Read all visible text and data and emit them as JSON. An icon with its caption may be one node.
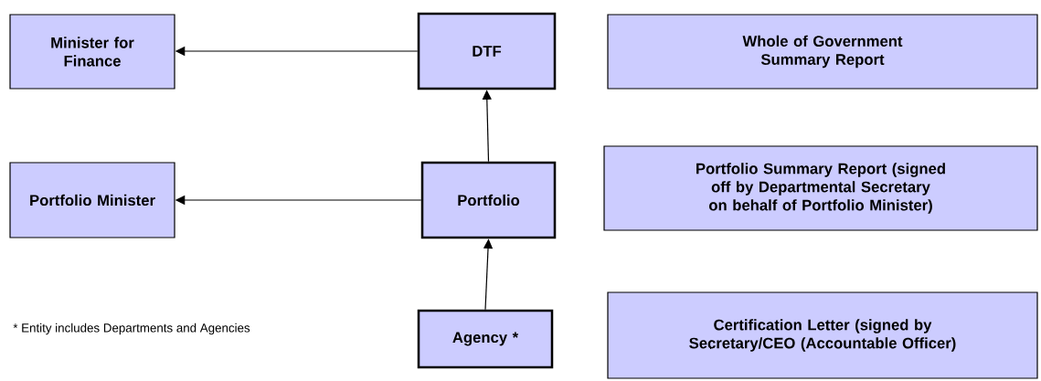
{
  "diagram": {
    "nodes": [
      {
        "text": [
          "Minister for Finance"
        ]
      },
      {
        "text": [
          "DTF"
        ]
      },
      {
        "text": [
          "Whole of Government Summary Report"
        ]
      },
      {
        "text": [
          "Portfolio Minister"
        ]
      },
      {
        "text": [
          "Portfolio"
        ]
      },
      {
        "text": [
          "Portfolio Summary Report (signed off by Departmental Secretary on behalf of Portfolio Minister)"
        ]
      },
      {
        "text": [
          "Agency *"
        ]
      },
      {
        "text": [
          "Certification Letter (signed by Secretary/CEO (Accountable Officer)"
        ]
      }
    ],
    "edges": [
      {
        "from": 1,
        "to": 0,
        "arrow": "to"
      },
      {
        "from": 4,
        "to": 3,
        "arrow": "to"
      },
      {
        "from": 4,
        "to": 1,
        "arrow": "to"
      },
      {
        "from": 6,
        "to": 4,
        "arrow": "to"
      }
    ],
    "labels": [
      "* Entity includes Departments and Agencies"
    ]
  }
}
